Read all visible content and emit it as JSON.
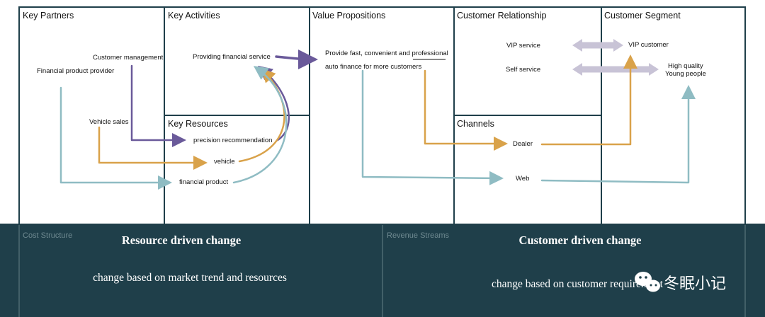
{
  "canvas": {
    "cells": {
      "key_partners": "Key Partners",
      "key_activities": "Key Activities",
      "key_resources": "Key Resources",
      "value_propositions": "Value Propositions",
      "customer_relationship": "Customer Relationship",
      "channels": "Channels",
      "customer_segment": "Customer Segment"
    },
    "partners": {
      "customer_management": "Customer management",
      "financial_product_provider": "Financial product provider",
      "vehicle_sales": "Vehicle sales"
    },
    "activities": {
      "providing_financial_service": "Providing  financial service"
    },
    "resources": {
      "precision_recommendation": "precision recommendation",
      "vehicle": "vehicle",
      "financial_product": "financial product"
    },
    "value": {
      "line1": "Provide fast, convenient and professional",
      "line2": "auto finance for more customers"
    },
    "relationship": {
      "vip_service": "VIP service",
      "self_service": "Self service"
    },
    "channels": {
      "dealer": "Dealer",
      "web": "Web"
    },
    "segment": {
      "vip_customer": "VIP customer",
      "high_quality": "High quality",
      "young_people": "Young people"
    }
  },
  "overlay": {
    "left": {
      "ghost_label": "Cost Structure",
      "title": "Resource driven change",
      "text": "change based on market trend and resources"
    },
    "right": {
      "ghost_label": "Revenue Streams",
      "title": "Customer driven change",
      "text": "change based on customer requirement"
    },
    "watermark": "冬眠小记"
  },
  "colors": {
    "purple_arrow": "#6a5a9a",
    "orange_arrow": "#d9a24a",
    "blue_arrow": "#8fbcc3",
    "lavender_arrow": "#c8c3d6",
    "overlay_bg": "#1f3f4a",
    "grid_line": "#1f3f4a"
  }
}
